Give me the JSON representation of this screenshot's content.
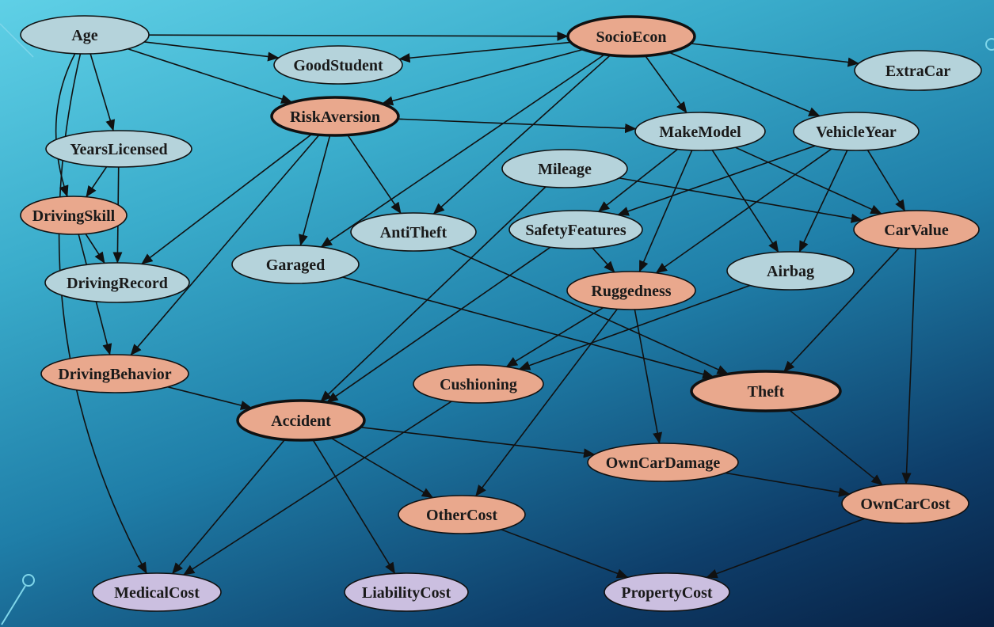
{
  "colors": {
    "blue_node": "#b5d3db",
    "orange_node": "#e9a88d",
    "purple_node": "#cbbfe0",
    "edge": "#111111"
  },
  "nodes": [
    {
      "id": "Age",
      "label": "Age",
      "kind": "blue"
    },
    {
      "id": "SocioEcon",
      "label": "SocioEcon",
      "kind": "orange",
      "emphasis": true
    },
    {
      "id": "GoodStudent",
      "label": "GoodStudent",
      "kind": "blue"
    },
    {
      "id": "ExtraCar",
      "label": "ExtraCar",
      "kind": "blue"
    },
    {
      "id": "RiskAversion",
      "label": "RiskAversion",
      "kind": "orange",
      "emphasis": true
    },
    {
      "id": "MakeModel",
      "label": "MakeModel",
      "kind": "blue"
    },
    {
      "id": "VehicleYear",
      "label": "VehicleYear",
      "kind": "blue"
    },
    {
      "id": "YearsLicensed",
      "label": "YearsLicensed",
      "kind": "blue"
    },
    {
      "id": "Mileage",
      "label": "Mileage",
      "kind": "blue"
    },
    {
      "id": "DrivingSkill",
      "label": "DrivingSkill",
      "kind": "orange"
    },
    {
      "id": "AntiTheft",
      "label": "AntiTheft",
      "kind": "blue"
    },
    {
      "id": "SafetyFeatures",
      "label": "SafetyFeatures",
      "kind": "blue"
    },
    {
      "id": "CarValue",
      "label": "CarValue",
      "kind": "orange"
    },
    {
      "id": "Garaged",
      "label": "Garaged",
      "kind": "blue"
    },
    {
      "id": "Airbag",
      "label": "Airbag",
      "kind": "blue"
    },
    {
      "id": "DrivingRecord",
      "label": "DrivingRecord",
      "kind": "blue"
    },
    {
      "id": "Ruggedness",
      "label": "Ruggedness",
      "kind": "orange"
    },
    {
      "id": "DrivingBehavior",
      "label": "DrivingBehavior",
      "kind": "orange"
    },
    {
      "id": "Cushioning",
      "label": "Cushioning",
      "kind": "orange"
    },
    {
      "id": "Theft",
      "label": "Theft",
      "kind": "orange",
      "emphasis": true
    },
    {
      "id": "Accident",
      "label": "Accident",
      "kind": "orange",
      "emphasis": true
    },
    {
      "id": "OwnCarDamage",
      "label": "OwnCarDamage",
      "kind": "orange"
    },
    {
      "id": "OwnCarCost",
      "label": "OwnCarCost",
      "kind": "orange"
    },
    {
      "id": "OtherCost",
      "label": "OtherCost",
      "kind": "orange"
    },
    {
      "id": "MedicalCost",
      "label": "MedicalCost",
      "kind": "purple"
    },
    {
      "id": "LiabilityCost",
      "label": "LiabilityCost",
      "kind": "purple"
    },
    {
      "id": "PropertyCost",
      "label": "PropertyCost",
      "kind": "purple"
    }
  ],
  "edges": [
    [
      "Age",
      "SocioEcon"
    ],
    [
      "Age",
      "GoodStudent"
    ],
    [
      "Age",
      "RiskAversion"
    ],
    [
      "Age",
      "YearsLicensed"
    ],
    [
      "Age",
      "DrivingSkill"
    ],
    [
      "Age",
      "MedicalCost"
    ],
    [
      "SocioEcon",
      "GoodStudent"
    ],
    [
      "SocioEcon",
      "ExtraCar"
    ],
    [
      "SocioEcon",
      "RiskAversion"
    ],
    [
      "SocioEcon",
      "MakeModel"
    ],
    [
      "SocioEcon",
      "VehicleYear"
    ],
    [
      "SocioEcon",
      "AntiTheft"
    ],
    [
      "SocioEcon",
      "Garaged"
    ],
    [
      "RiskAversion",
      "MakeModel"
    ],
    [
      "RiskAversion",
      "AntiTheft"
    ],
    [
      "RiskAversion",
      "Garaged"
    ],
    [
      "RiskAversion",
      "DrivingRecord"
    ],
    [
      "RiskAversion",
      "DrivingBehavior"
    ],
    [
      "YearsLicensed",
      "DrivingSkill"
    ],
    [
      "YearsLicensed",
      "DrivingRecord"
    ],
    [
      "DrivingSkill",
      "DrivingRecord"
    ],
    [
      "DrivingSkill",
      "DrivingBehavior"
    ],
    [
      "MakeModel",
      "SafetyFeatures"
    ],
    [
      "MakeModel",
      "Ruggedness"
    ],
    [
      "MakeModel",
      "Airbag"
    ],
    [
      "MakeModel",
      "CarValue"
    ],
    [
      "VehicleYear",
      "SafetyFeatures"
    ],
    [
      "VehicleYear",
      "Ruggedness"
    ],
    [
      "VehicleYear",
      "Airbag"
    ],
    [
      "VehicleYear",
      "CarValue"
    ],
    [
      "Mileage",
      "CarValue"
    ],
    [
      "Mileage",
      "Accident"
    ],
    [
      "SafetyFeatures",
      "Ruggedness"
    ],
    [
      "SafetyFeatures",
      "Accident"
    ],
    [
      "AntiTheft",
      "Theft"
    ],
    [
      "Garaged",
      "Theft"
    ],
    [
      "CarValue",
      "Theft"
    ],
    [
      "CarValue",
      "OwnCarCost"
    ],
    [
      "Airbag",
      "Cushioning"
    ],
    [
      "Ruggedness",
      "Cushioning"
    ],
    [
      "Ruggedness",
      "OwnCarDamage"
    ],
    [
      "Ruggedness",
      "OtherCost"
    ],
    [
      "DrivingBehavior",
      "Accident"
    ],
    [
      "Accident",
      "OwnCarDamage"
    ],
    [
      "Accident",
      "OtherCost"
    ],
    [
      "Accident",
      "MedicalCost"
    ],
    [
      "Accident",
      "LiabilityCost"
    ],
    [
      "Cushioning",
      "MedicalCost"
    ],
    [
      "Theft",
      "OwnCarCost"
    ],
    [
      "OwnCarDamage",
      "OwnCarCost"
    ],
    [
      "OtherCost",
      "PropertyCost"
    ],
    [
      "OwnCarCost",
      "PropertyCost"
    ]
  ]
}
